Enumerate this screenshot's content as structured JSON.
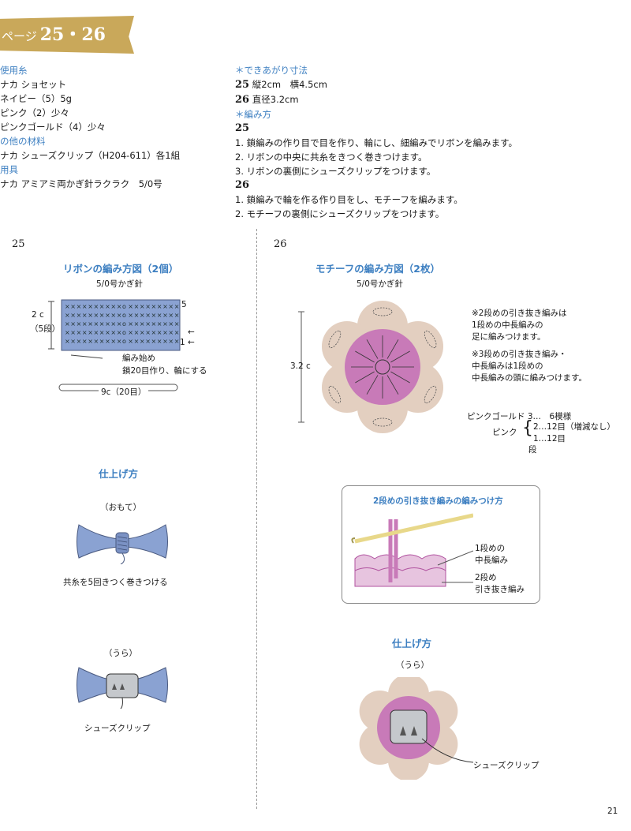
{
  "header": {
    "prefix": "ページ",
    "pages": "25・26"
  },
  "left_column": {
    "lines": [
      {
        "text": "使用糸",
        "accent": true
      },
      {
        "text": "ナカ ショセット",
        "accent": false
      },
      {
        "text": "ネイビー（5）5g",
        "accent": false
      },
      {
        "text": "ピンク（2）少々",
        "accent": false
      },
      {
        "text": "ピンクゴールド（4）少々",
        "accent": false
      },
      {
        "text": "の他の材料",
        "accent": true
      },
      {
        "text": "ナカ シューズクリップ（H204-611）各1組",
        "accent": false
      },
      {
        "text": "用具",
        "accent": true
      },
      {
        "text": "ナカ アミアミ両かぎ針ラクラク　5/0号",
        "accent": false
      }
    ]
  },
  "right_column": {
    "size_heading": "＊できあがり寸法",
    "size_25_num": "25",
    "size_25_text": "縦2cm　横4.5cm",
    "size_26_num": "26",
    "size_26_text": "直径3.2cm",
    "method_heading": "＊編み方",
    "method_25_num": "25",
    "method_25_steps": [
      "1. 鎖編みの作り目で目を作り、輪にし、細編みでリボンを編みます。",
      "2. リボンの中央に共糸をきつく巻きつけます。",
      "3. リボンの裏側にシューズクリップをつけます。"
    ],
    "method_26_num": "26",
    "method_26_steps": [
      "1. 鎖編みで輪を作る作り目をし、モチーフを編みます。",
      "2. モチーフの裏側にシューズクリップをつけます。"
    ]
  },
  "section25": {
    "number": "25",
    "diagram_title": "リボンの編み方図（2個）",
    "hook": "5/0号かぎ針",
    "height_label": "2 c",
    "rows_label": "（5段）",
    "row_top": "5",
    "row_bottom": "1",
    "start_label_1": "編み始め",
    "start_label_2": "鎖20目作り、輪にする",
    "width_label": "9c（20目）",
    "finish_title": "仕上げ方",
    "front_label": "（おもて）",
    "wrap_label": "共糸を5回きつく巻きつける",
    "back_label": "（うら）",
    "clip_label": "シューズクリップ",
    "colors": {
      "ribbon": "#8aa2d2",
      "outline": "#4a5a80"
    }
  },
  "section26": {
    "number": "26",
    "diagram_title": "モチーフの編み方図（2枚）",
    "hook": "5/0号かぎ針",
    "size_label": "3.2 c",
    "note1": [
      "※2段めの引き抜き編みは",
      "1段めの中長編みの",
      "足に編みつけます。"
    ],
    "note2": [
      "※3段めの引き抜き編み・",
      "中長編みは1段めの",
      "中長編みの頭に編みつけます。"
    ],
    "legend_gold": "ピンクゴールド 3…　6模様",
    "legend_pink": "ピンク",
    "legend_row2": "2…12目（増減なし）",
    "legend_row1": "1…12目",
    "legend_unit": "段",
    "inset_title": "2段めの引き抜き編みの編みつけ方",
    "inset_label1": [
      "1段めの",
      "中長編み"
    ],
    "inset_label2": [
      "2段め",
      "引き抜き編み"
    ],
    "finish_title": "仕上げ方",
    "back_label": "（うら）",
    "clip_label": "シューズクリップ",
    "colors": {
      "gold": "#e3cfc0",
      "pink": "#c87ab8",
      "deep_pink": "#b0529f"
    }
  },
  "page_number": "21"
}
